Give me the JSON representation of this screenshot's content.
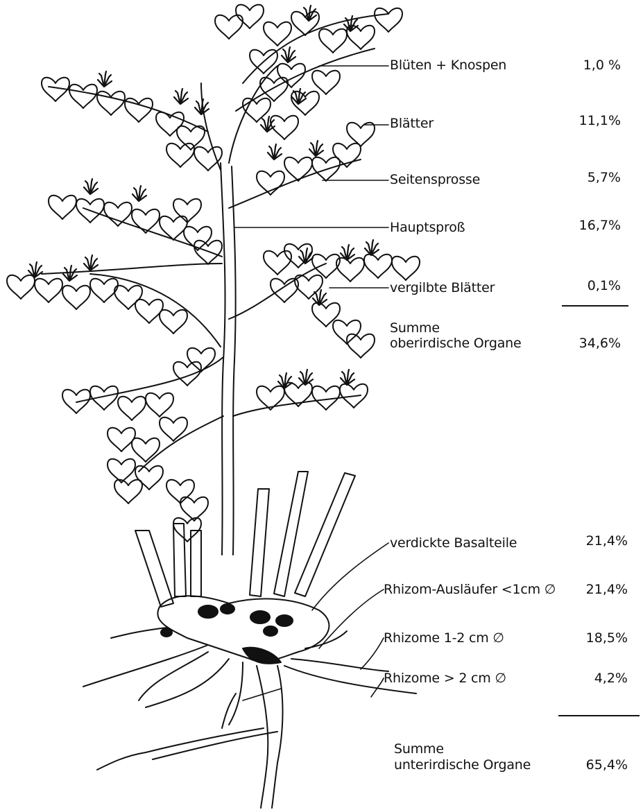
{
  "above_ground": [
    {
      "label": "Blüten + Knospen",
      "percent": "1,0 %"
    },
    {
      "label": "Blätter",
      "percent": "11,1%"
    },
    {
      "label": "Seitensprosse",
      "percent": "5,7%"
    },
    {
      "label": "Hauptsproß",
      "percent": "16,7%"
    },
    {
      "label": "vergilbte Blätter",
      "percent": "0,1%"
    }
  ],
  "above_total": {
    "label_line1": "Summe",
    "label_line2": "oberirdische Organe",
    "percent": "34,6%"
  },
  "below_ground": [
    {
      "label": "verdickte Basalteile",
      "percent": "21,4%"
    },
    {
      "label": "Rhizom-Ausläufer <1cm ∅",
      "percent": "21,4%"
    },
    {
      "label": "Rhizome 1-2 cm ∅",
      "percent": "18,5%"
    },
    {
      "label": "Rhizome > 2 cm ∅",
      "percent": "4,2%"
    }
  ],
  "below_total": {
    "label_line1": "Summe",
    "label_line2": "unterirdische Organe",
    "percent": "65,4%"
  }
}
